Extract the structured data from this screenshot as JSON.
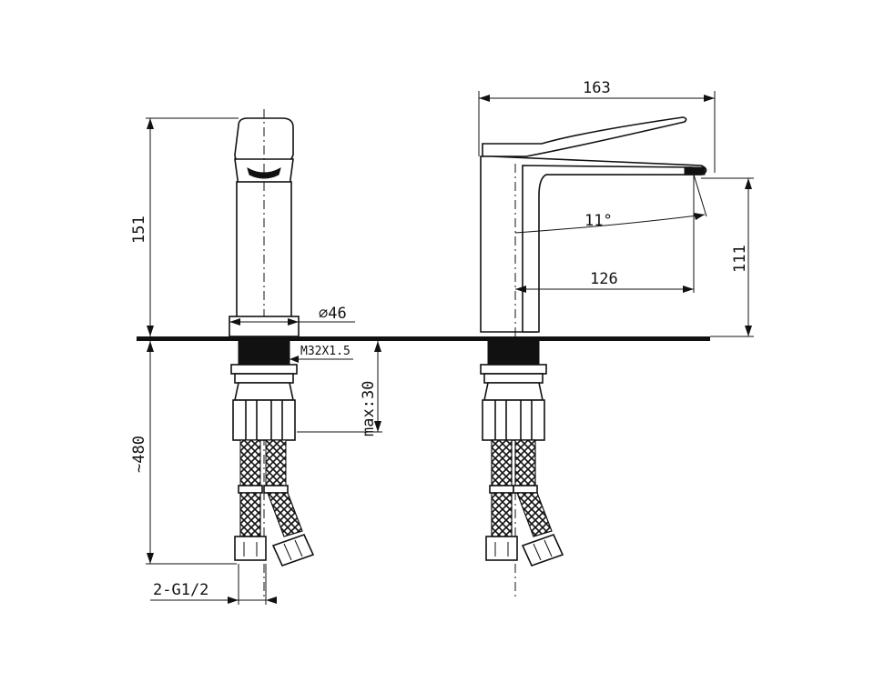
{
  "dimensions": {
    "overall_height": "151",
    "diameter": "⌀46",
    "thread": "M32X1.5",
    "max_thickness": "max:30",
    "hose_length": "~480",
    "connection": "2-G1/2",
    "overall_length": "163",
    "spout_height": "111",
    "spout_angle": "11°",
    "spout_reach": "126"
  }
}
